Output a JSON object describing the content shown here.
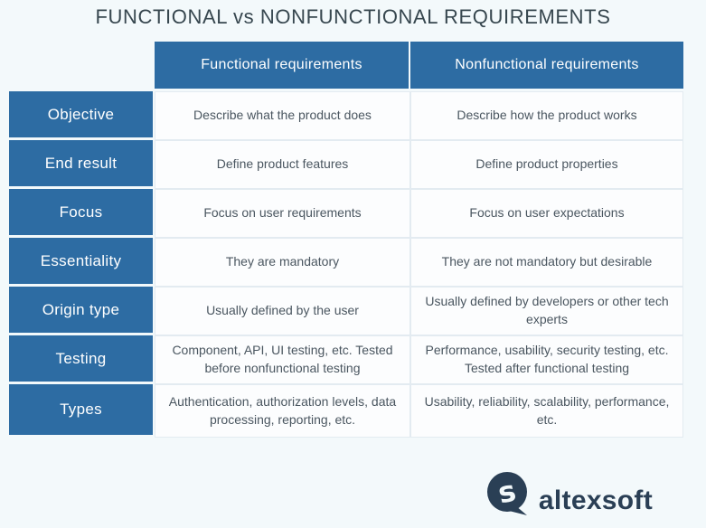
{
  "title": "FUNCTIONAL vs NONFUNCTIONAL REQUIREMENTS",
  "table": {
    "columns": [
      "Functional requirements",
      "Nonfunctional requirements"
    ],
    "rows": [
      {
        "label": "Objective",
        "functional": "Describe what the product does",
        "nonfunctional": "Describe how the product works"
      },
      {
        "label": "End result",
        "functional": "Define product features",
        "nonfunctional": "Define product properties"
      },
      {
        "label": "Focus",
        "functional": "Focus on user requirements",
        "nonfunctional": "Focus on user expectations"
      },
      {
        "label": "Essentiality",
        "functional": "They are mandatory",
        "nonfunctional": "They are not mandatory but desirable"
      },
      {
        "label": "Origin type",
        "functional": "Usually defined by the user",
        "nonfunctional": "Usually defined by developers or other tech experts"
      },
      {
        "label": "Testing",
        "functional": "Component, API, UI testing, etc. Tested before nonfunctional testing",
        "nonfunctional": "Performance, usability, security testing, etc. Tested after functional testing"
      },
      {
        "label": "Types",
        "functional": "Authentication, authorization levels, data processing, reporting, etc.",
        "nonfunctional": "Usability, reliability, scalability, performance, etc."
      }
    ]
  },
  "logo": {
    "text": "altexsoft",
    "icon": "speech-bubble-s-icon"
  },
  "colors": {
    "accent_blue": "#2d6ca3",
    "page_background": "#f3f9fb",
    "cell_background": "#fcfdfe",
    "cell_border": "#e3ebf1",
    "title_text": "#37474f",
    "body_text": "#4a5660",
    "logo_navy": "#2a3f55"
  }
}
